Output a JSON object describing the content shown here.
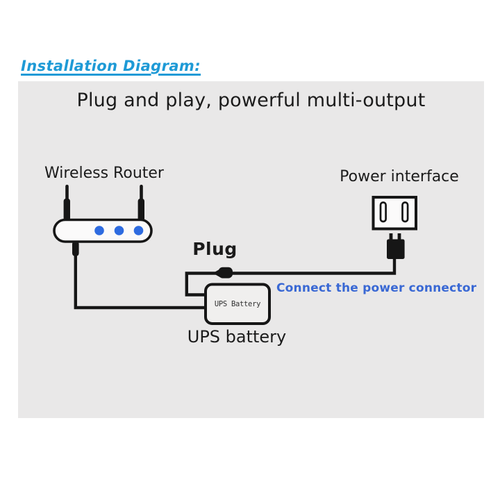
{
  "page": {
    "title": "Installation Diagram:"
  },
  "panel": {
    "heading": "Plug and play, powerful multi-output"
  },
  "diagram": {
    "wireless_router_label": "Wireless Router",
    "power_interface_label": "Power interface",
    "plug_label": "Plug",
    "ups_box_label": "UPS Battery",
    "ups_label": "UPS battery",
    "note_text": "Connect the power connector"
  },
  "colors": {
    "title_blue": "#1e9ad6",
    "note_blue": "#3968d4",
    "router_led_blue": "#2e6be0",
    "panel_gray": "#e9e8e8",
    "line_ink": "#161616"
  }
}
